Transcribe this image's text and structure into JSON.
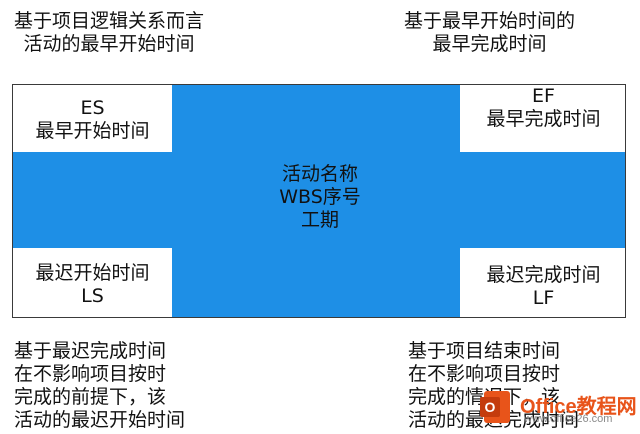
{
  "annotations": {
    "top_left": [
      "基于项目逻辑关系而言",
      "活动的最早开始时间"
    ],
    "top_right": [
      "基于最早开始时间的",
      "最早完成时间"
    ],
    "bottom_left": [
      "基于最迟完成时间",
      "在不影响项目按时",
      "完成的前提下，该",
      "活动的最迟开始时间"
    ],
    "bottom_right": [
      "基于项目结束时间",
      "在不影响项目按时",
      "完成的情况下，该",
      "活动的最迟完成时间"
    ]
  },
  "node": {
    "es": {
      "abbr": "ES",
      "label": "最早开始时间"
    },
    "ef": {
      "abbr": "EF",
      "label": "最早完成时间"
    },
    "ls": {
      "label": "最迟开始时间",
      "abbr": "LS"
    },
    "lf": {
      "label": "最迟完成时间",
      "abbr": "LF"
    },
    "center": [
      "活动名称",
      "WBS序号",
      "工期"
    ]
  },
  "watermark": {
    "text": "Office教程网",
    "url": "www.office26.com"
  },
  "colors": {
    "node_fill": "#1e8fe6",
    "corner_fill": "#ffffff",
    "watermark": "#e8541a"
  }
}
